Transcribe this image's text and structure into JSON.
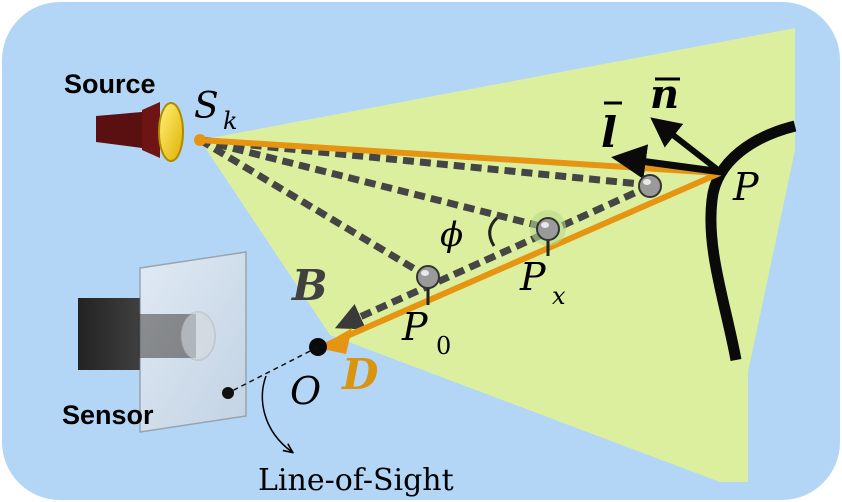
{
  "labels": {
    "source": "Source",
    "sensor": "Sensor",
    "line_of_sight": "Line-of-Sight",
    "s_main": "S",
    "s_sub": "k",
    "p": "P",
    "px_main": "P",
    "px_sub": "x",
    "p0_main": "P",
    "p0_sub": "0",
    "o": "O",
    "b": "B",
    "d": "D",
    "l_vec": "l",
    "n_vec": "n",
    "phi": "ϕ"
  },
  "colors": {
    "background": "#b3d6f7",
    "light_cone": "#dcef9e",
    "orange_ray": "#e69512",
    "dashed_ray": "#454545",
    "surface": "#0a0a0a",
    "source_body": "#5a1010",
    "source_lens": "#f7d21a",
    "d_label": "#d9950f"
  },
  "icons": {
    "source": "flashlight-icon",
    "sensor": "camera-icon"
  }
}
